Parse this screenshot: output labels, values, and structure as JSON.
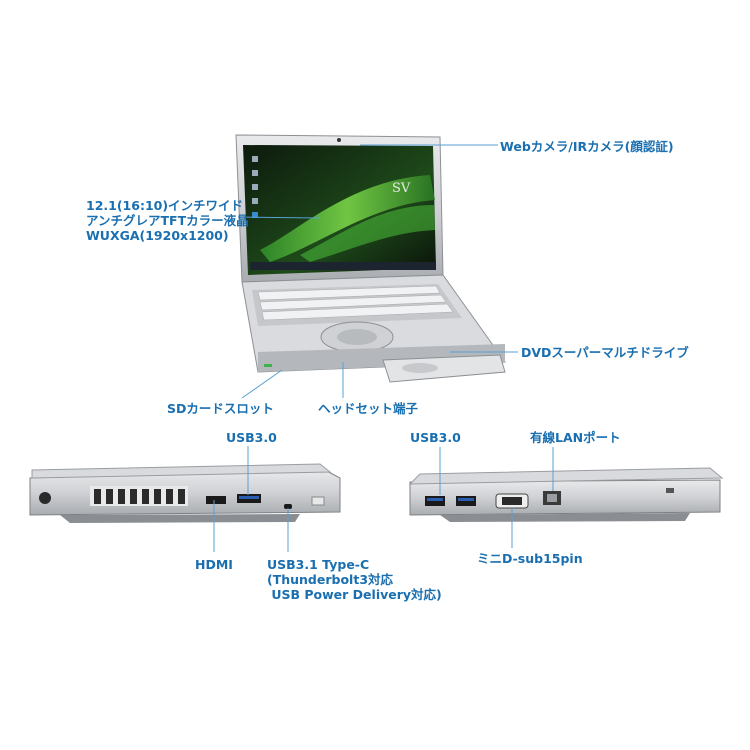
{
  "colors": {
    "label": "#1a6fb0",
    "leader": "#5aa0d6",
    "screen_green": "#3fa83a"
  },
  "labels": {
    "webcam": "Webカメラ/IRカメラ(顔認証)",
    "display": "12.1(16:10)インチワイド\nアンチグレアTFTカラー液晶\nWUXGA(1920x1200)",
    "dvd": "DVDスーパーマルチドライブ",
    "sd_slot": "SDカードスロット",
    "headset": "ヘッドセット端子",
    "usb30_left": "USB3.0",
    "hdmi": "HDMI",
    "usb31": "USB3.1 Type-C\n(Thunderbolt3対応\n USB Power Delivery対応)",
    "usb30_right": "USB3.0",
    "lan": "有線LANポート",
    "vga": "ミニD-sub15pin"
  },
  "screen": {
    "logo": "SV"
  }
}
